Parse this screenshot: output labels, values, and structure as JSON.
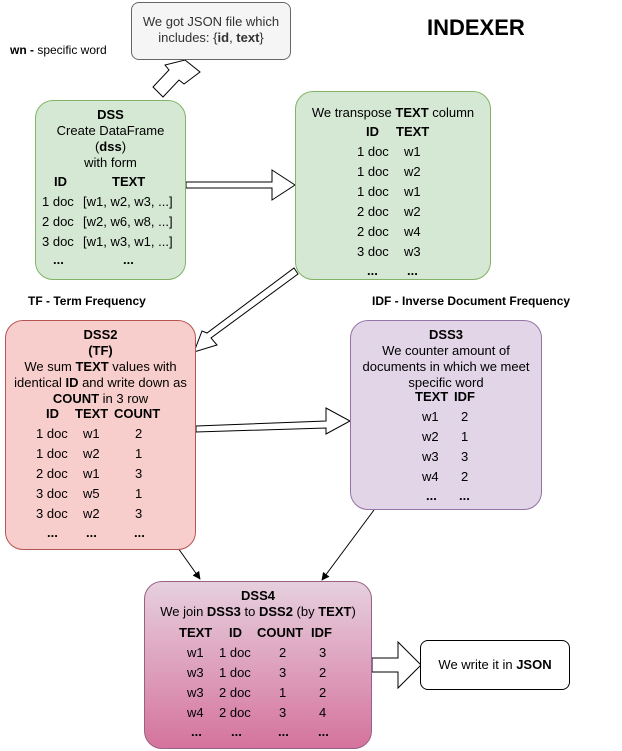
{
  "title": "INDEXER",
  "notes": {
    "wn": {
      "term": "wn -",
      "text": " specific word"
    },
    "tf": "TF - Term Frequency",
    "idf": "IDF - Inverse Document Frequency"
  },
  "input": {
    "line1": "We got JSON file which",
    "line2_pre": "includes: {",
    "key1": "id",
    "sep": ", ",
    "key2": "text",
    "line2_post": "}"
  },
  "dss": {
    "title": "DSS",
    "line1": "Create DataFrame",
    "line2_pre": "(",
    "line2_bold": "dss",
    "line2_post": ")",
    "line3": "with form",
    "headers": [
      "ID",
      "TEXT"
    ],
    "rows": [
      [
        "1 doc",
        "[w1, w2, w3, ...]"
      ],
      [
        "2 doc",
        "[w2, w6, w8, ...]"
      ],
      [
        "3 doc",
        "[w1, w3, w1, ...]"
      ],
      [
        "...",
        "..."
      ]
    ]
  },
  "transpose": {
    "line_pre": "We transpose ",
    "line_bold": "TEXT",
    "line_post": " column",
    "headers": [
      "ID",
      "TEXT"
    ],
    "rows": [
      [
        "1 doc",
        "w1"
      ],
      [
        "1 doc",
        "w2"
      ],
      [
        "1 doc",
        "w1"
      ],
      [
        "2 doc",
        "w2"
      ],
      [
        "2 doc",
        "w4"
      ],
      [
        "3 doc",
        "w3"
      ],
      [
        "...",
        "..."
      ]
    ]
  },
  "dss2": {
    "title": "DSS2",
    "subtitle": "(TF)",
    "l1_pre": "We sum ",
    "l1_bold": "TEXT",
    "l1_post": " values with",
    "l2_pre": "identical ",
    "l2_bold": "ID",
    "l2_post": " and write down as",
    "l3_bold": "COUNT",
    "l3_post": " in 3 row",
    "headers": [
      "ID",
      "TEXT",
      "COUNT"
    ],
    "rows": [
      [
        "1 doc",
        "w1",
        "2"
      ],
      [
        "1 doc",
        "w2",
        "1"
      ],
      [
        "2 doc",
        "w1",
        "3"
      ],
      [
        "3 doc",
        "w5",
        "1"
      ],
      [
        "3 doc",
        "w2",
        "3"
      ],
      [
        "...",
        "...",
        "..."
      ]
    ]
  },
  "dss3": {
    "title": "DSS3",
    "l1": "We counter amount of",
    "l2": "documents in which we meet",
    "l3": "specific word",
    "headers": [
      "TEXT",
      "IDF"
    ],
    "rows": [
      [
        "w1",
        "2"
      ],
      [
        "w2",
        "1"
      ],
      [
        "w3",
        "3"
      ],
      [
        "w4",
        "2"
      ],
      [
        "...",
        "..."
      ]
    ]
  },
  "dss4": {
    "title": "DSS4",
    "l1_pre": "We join ",
    "l1_b1": "DSS3",
    "l1_mid": " to ",
    "l1_b2": "DSS2",
    "l1_mid2": " (by ",
    "l1_b3": "TEXT",
    "l1_post": ")",
    "headers": [
      "TEXT",
      "ID",
      "COUNT",
      "IDF"
    ],
    "rows": [
      [
        "w1",
        "1 doc",
        "2",
        "3"
      ],
      [
        "w3",
        "1 doc",
        "3",
        "2"
      ],
      [
        "w3",
        "2 doc",
        "1",
        "2"
      ],
      [
        "w4",
        "2 doc",
        "3",
        "4"
      ],
      [
        "...",
        "...",
        "...",
        "..."
      ]
    ]
  },
  "output": {
    "text_pre": "We write it in ",
    "text_bold": "JSON"
  },
  "colors": {
    "green_fill": "#d5e8d4",
    "green_stroke": "#82b366",
    "red_fill": "#f8cecc",
    "red_stroke": "#b85450",
    "purple_fill": "#e1d5e7",
    "purple_stroke": "#9673a6",
    "pink_top": "#e6d0de",
    "pink_bottom": "#d5739d",
    "pink_stroke": "#996185",
    "gray_fill": "#f5f5f5",
    "gray_stroke": "#666666"
  }
}
